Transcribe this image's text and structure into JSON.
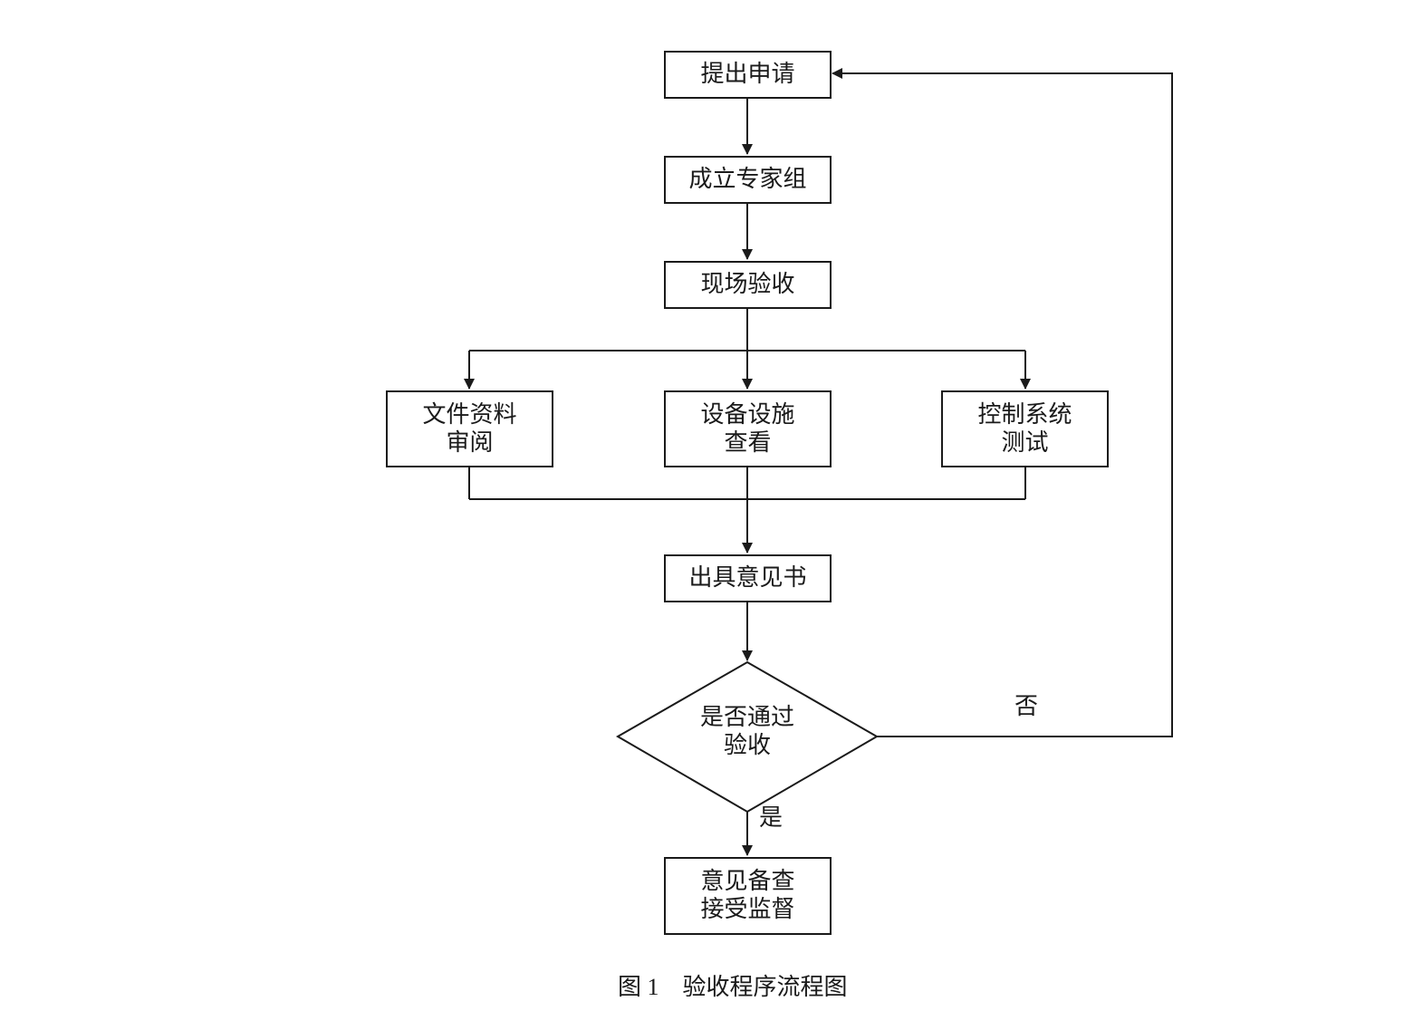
{
  "nodes": {
    "apply": {
      "lines": [
        "提出申请"
      ]
    },
    "expert_group": {
      "lines": [
        "成立专家组"
      ]
    },
    "onsite": {
      "lines": [
        "现场验收"
      ]
    },
    "docs_review": {
      "lines": [
        "文件资料",
        "审阅"
      ]
    },
    "equipment_check": {
      "lines": [
        "设备设施",
        "查看"
      ]
    },
    "control_test": {
      "lines": [
        "控制系统",
        "测试"
      ]
    },
    "opinion": {
      "lines": [
        "出具意见书"
      ]
    },
    "decision": {
      "lines": [
        "是否通过",
        "验收"
      ]
    },
    "archive": {
      "lines": [
        "意见备查",
        "接受监督"
      ]
    }
  },
  "edge_labels": {
    "no": "否",
    "yes": "是"
  },
  "caption": {
    "number": "图 1",
    "title": "验收程序流程图"
  },
  "colors": {
    "line": "#1a1a1a",
    "background": "#ffffff"
  }
}
